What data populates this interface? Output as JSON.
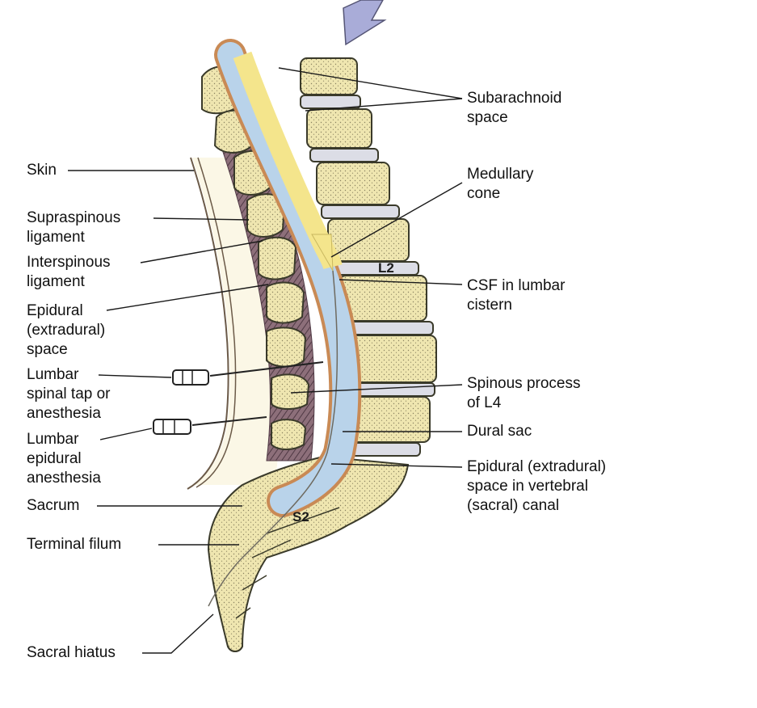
{
  "diagram": {
    "colors": {
      "bone": "#efe6b0",
      "bone_edge": "#3a3a2a",
      "disc": "#dcdde6",
      "csf": "#b9d3ea",
      "cord": "#f4e58c",
      "dura": "#c98a55",
      "ligament": "#6b5660",
      "skin": "#fbf7e6",
      "arrow": "#a9acd8"
    },
    "vertebra_labels": {
      "l2": "L2",
      "s2": "S2"
    },
    "labels": {
      "skin": "Skin",
      "supraspinous": "Supraspinous\nligament",
      "interspinous": "Interspinous\nligament",
      "epidural": "Epidural\n(extradural)\nspace",
      "spinal_tap": "Lumbar\nspinal tap or\nanesthesia",
      "epidural_anesthesia": "Lumbar\nepidural\nanesthesia",
      "sacrum": "Sacrum",
      "terminal_filum": "Terminal filum",
      "sacral_hiatus": "Sacral hiatus",
      "subarachnoid": "Subarachnoid\nspace",
      "medullary_cone": "Medullary\ncone",
      "csf": "CSF in lumbar\ncistern",
      "spinous_process": "Spinous process\nof L4",
      "dural_sac": "Dural sac",
      "epidural_sacral": "Epidural (extradural)\nspace in vertebral\n(sacral) canal"
    }
  }
}
